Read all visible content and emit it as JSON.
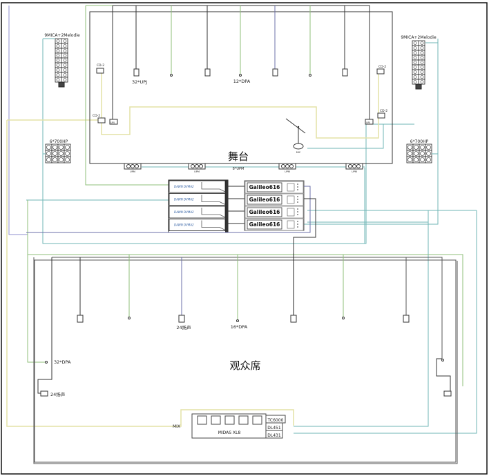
{
  "areas": {
    "stage": "舞台",
    "audience": "观众席"
  },
  "stage_devices": {
    "left_rack_label": "9MICA+2Melodie",
    "right_rack_label": "9MICA+2Melodie",
    "left_sub_label": "6*700HP",
    "right_sub_label": "6*700HP",
    "upj_label": "32*UPJ",
    "dpa_label": "12*DPA",
    "cd_top_left": "CD-2",
    "cd_mid_left": "CD-2",
    "cd_top_right": "CD-2",
    "cd_mid_right": "CD-2",
    "upj_left_box": "UPJ",
    "upj_right_box": "UPJ",
    "mic_label": "MIC",
    "upm_group_label": "8*UPM",
    "upm_labels": [
      "UPM",
      "UPM",
      "UPM",
      "UPM"
    ]
  },
  "rack": {
    "amps": [
      "DAWN DVMA2",
      "DAWN DVMA2",
      "DAWN DVMA2",
      "DAWN DVMA2"
    ],
    "processors": [
      "Galileo616",
      "Galileo616",
      "Galileo616",
      "Galileo616"
    ]
  },
  "audience_devices": {
    "speakers_label": "24扬声",
    "dpa_label": "16*DPA",
    "left_dpa_label": "32*DPA",
    "left_speaker_label": "24扬声"
  },
  "console": {
    "name": "MIDAS XL8",
    "mix_label": "MIX",
    "side_units": [
      "TC6000",
      "DL451",
      "DL431"
    ]
  },
  "colors": {
    "black_line": "#333333",
    "blue_line": "#6b6fa8",
    "green_line": "#8fbf7a",
    "yellow_line": "#e4e2a6",
    "cyan_line": "#6fb5b5"
  }
}
